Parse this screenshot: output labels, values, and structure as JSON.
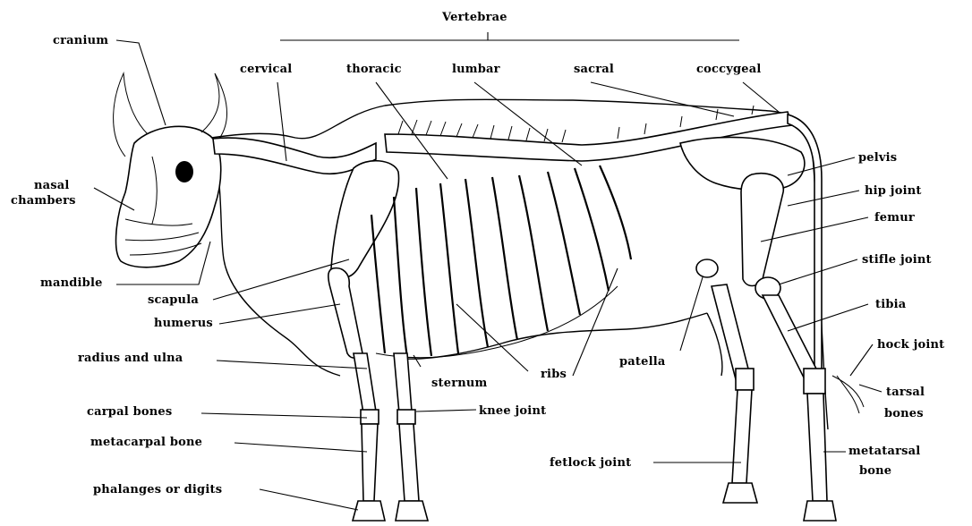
{
  "diagram": {
    "labels": {
      "vertebrae": "Vertebrae",
      "cranium": "cranium",
      "cervical": "cervical",
      "thoracic": "thoracic",
      "lumbar": "lumbar",
      "sacral": "sacral",
      "coccygeal": "coccygeal",
      "nasal_chambers_1": "nasal",
      "nasal_chambers_2": "chambers",
      "mandible": "mandible",
      "scapula": "scapula",
      "humerus": "humerus",
      "radius_ulna": "radius and ulna",
      "carpal_bones": "carpal bones",
      "metacarpal_bone": "metacarpal bone",
      "phalanges": "phalanges or digits",
      "sternum": "sternum",
      "ribs": "ribs",
      "knee_joint": "knee joint",
      "patella": "patella",
      "fetlock_joint": "fetlock joint",
      "pelvis": "pelvis",
      "hip_joint": "hip joint",
      "femur": "femur",
      "stifle_joint": "stifle joint",
      "tibia": "tibia",
      "hock_joint": "hock joint",
      "tarsal_bones_1": "tarsal",
      "tarsal_bones_2": "bones",
      "metatarsal_bone_1": "metatarsal",
      "metatarsal_bone_2": "bone"
    }
  }
}
